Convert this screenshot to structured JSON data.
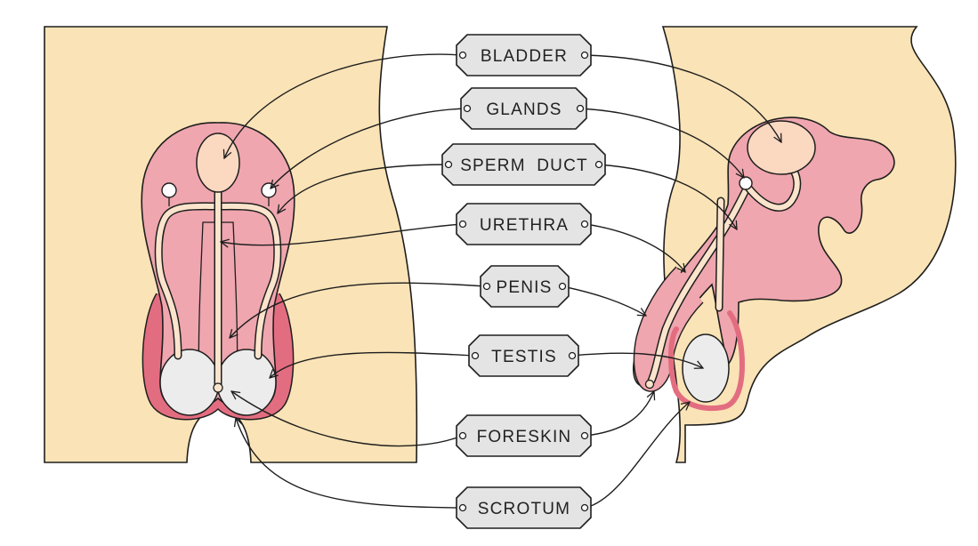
{
  "labels": {
    "bladder": "BLADDER",
    "glands": "GLANDS",
    "sperm_duct": "SPERM DUCT",
    "urethra": "URETHRA",
    "penis": "PENIS",
    "testis": "TESTIS",
    "foreskin": "FORESKIN",
    "scrotum": "SCROTUM"
  },
  "colors": {
    "skin": "#fae3b6",
    "organ": "#efa6ae",
    "organ_dark": "#e36d80",
    "bladder_fill": "#fbd8c0",
    "testis_fill": "#ececec",
    "duct_fill": "#fbe4cc",
    "label_fill": "#e4e4e4",
    "line": "#1e1e1e"
  }
}
